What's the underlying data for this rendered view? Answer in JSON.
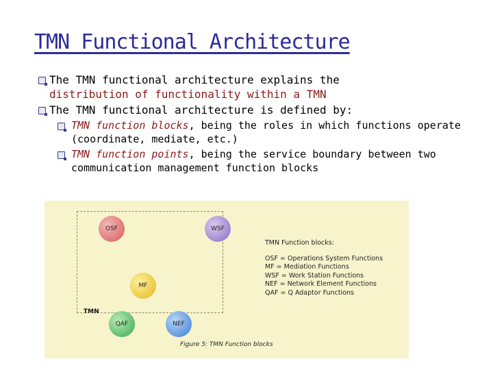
{
  "title": "TMN Functional Architecture",
  "bullets": {
    "b1_part1": "The TMN functional architecture explains the",
    "b1_part2": "distribution of functionality within a TMN",
    "b2": "The TMN functional architecture is defined by:",
    "sub1_term": "TMN function blocks",
    "sub1_rest": ", being the roles in which functions operate (coordinate, mediate, etc.)",
    "sub2_term": "TMN function points",
    "sub2_rest": ", being the service boundary between two communication management function blocks"
  },
  "figure": {
    "blocks": {
      "osf": "OSF",
      "wsf": "WSF",
      "mf": "MF",
      "qaf": "QAF",
      "nef": "NEF"
    },
    "tmn_label": "TMN",
    "legend_title": "TMN Function blocks:",
    "legend": [
      "OSF = Operations System Functions",
      "MF  = Mediation Functions",
      "WSF = Work Station Functions",
      "NEF = Network Element Functions",
      "QAF = Q Adaptor Functions"
    ],
    "caption": "Figure 5: TMN Function blocks"
  },
  "colors": {
    "title": "#2b2b9a",
    "highlight_text": "#8b1a1a",
    "figure_background": "#f7f4cc"
  }
}
